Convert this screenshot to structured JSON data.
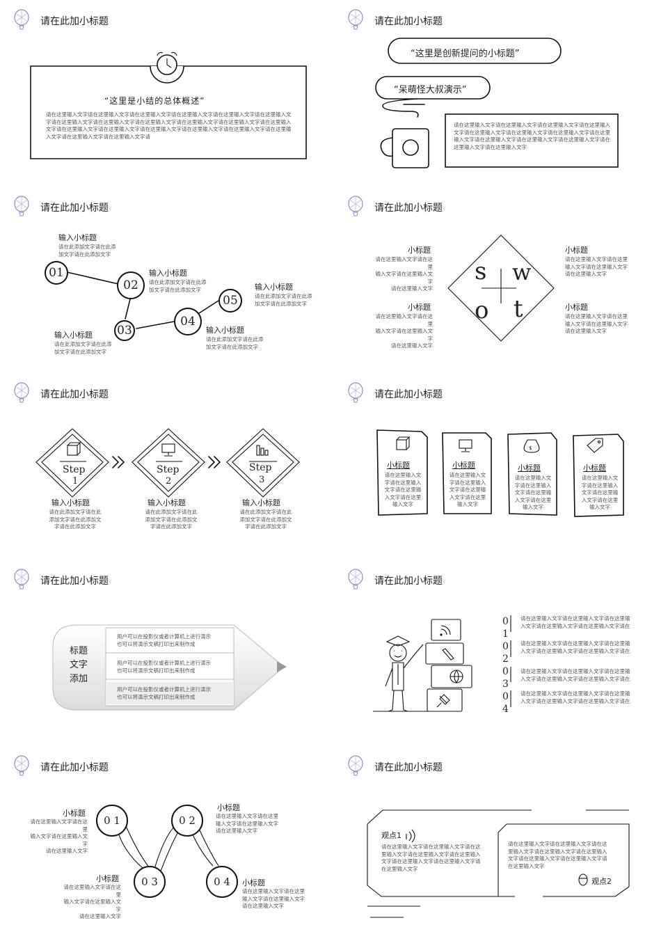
{
  "slides": [
    {
      "header": "请在此加小标题",
      "quote": "“这里是小结的总体概述”",
      "body": "请在这里输入文字请在这里输入文字请在这里输入文字请在这里输入文字请在这里输入文字请在这里输入文字请在这里输入文字请在这里输入文字请在这里输入文字请在这里输入文字请在这里输入文字请在这里输入文字请在这里输入文字请在这里输入文字请在这里输入文字请在这里输入文字请在这里输入文字请在这里输入文字请在这里输入文字请在这里输入文字请"
    },
    {
      "header": "请在此加小标题",
      "bubble1": "“这里是创新提问的小标题”",
      "bubble2": "“呆萌怪大叔演示”",
      "body": "请在这里输入文字请在这里输入文字请在这里输入文字请在这里输入文字请在这里输入文字请在这里输入文字请在这里输入文字请在这里输入文字请在这里输入文字请在这里输入文字请在这里输入文字请在这里输入文字请在这里输入文字"
    },
    {
      "header": "请在此加小标题",
      "nodes": [
        {
          "num": "01",
          "title": "输入小标题",
          "text": "请在此添加文字请在此添\n加文字请在此添加文字"
        },
        {
          "num": "02",
          "title": "输入小标题",
          "text": "请在此添加文字请在此添\n加文字请在此添加文字"
        },
        {
          "num": "03",
          "title": "输入小标题",
          "text": "请在此添加文字请在此添\n加文字请在此添加文字"
        },
        {
          "num": "04",
          "title": "输入小标题",
          "text": "请在此添加文字请在此添\n加文字请在此添加文字"
        },
        {
          "num": "05",
          "title": "输入小标题",
          "text": "请在此添加文字请在此添\n加文字请在此添加文字"
        }
      ]
    },
    {
      "header": "请在此加小标题",
      "letters": [
        "s",
        "w",
        "o",
        "t"
      ],
      "items": [
        {
          "title": "小标题",
          "text": "请在这里输入文字请在这里\n输入文字请在这里输入文字\n请在这里输入文字"
        },
        {
          "title": "小标题",
          "text": "请在这里输入文字请在这里\n输入文字请在这里输入文字\n请在这里输入文字"
        },
        {
          "title": "小标题",
          "text": "请在这里输入文字请在这里\n输入文字请在这里输入文字\n请在这里输入文字"
        },
        {
          "title": "小标题",
          "text": "请在这里输入文字请在这里\n输入文字请在这里输入文字\n请在这里输入文字"
        }
      ]
    },
    {
      "header": "请在此加小标题",
      "steps": [
        {
          "label": "Step",
          "num": "1",
          "title": "输入小标题",
          "text": "请在此添加文字请在此\n添加文字请在此添加文\n字请在此添加文字"
        },
        {
          "label": "Step",
          "num": "2",
          "title": "输入小标题",
          "text": "请在此添加文字请在此\n添加文字请在此添加文\n字请在此添加文字"
        },
        {
          "label": "Step",
          "num": "3",
          "title": "输入小标题",
          "text": "请在此添加文字请在此\n添加文字请在此添加文\n字请在此添加文字"
        }
      ]
    },
    {
      "header": "请在此加小标题",
      "cards": [
        {
          "title": "小标题",
          "icon": "cube-icon",
          "text": "请在这里输入文\n字请在这里输入\n文字请在这里输\n入文字请在这里\n输入文字"
        },
        {
          "title": "小标题",
          "icon": "monitor-icon",
          "text": "请在这里输入文\n字请在这里输入\n文字请在这里输\n入文字请在这里\n输入文字"
        },
        {
          "title": "小标题",
          "icon": "money-bag-icon",
          "text": "请在这里输入文\n字请在这里输入\n文字请在这里输\n入文字请在这里\n输入文字"
        },
        {
          "title": "小标题",
          "icon": "tag-icon",
          "text": "请在这里输入文\n字请在这里输入\n文字请在这里输\n入文字请在这里\n输入文字"
        }
      ]
    },
    {
      "header": "请在此加小标题",
      "label": "标题\n文字\n添加",
      "rows": [
        "用户可以在投影仪或者计算机上进行演示\n也可以将演示文稿打印出来制作成",
        "用户可以在投影仪或者计算机上进行演示\n也可以将演示文稿打印出来制作成",
        "用户可以在投影仪或者计算机上进行演示\n也可以将演示文稿打印出来制作成"
      ]
    },
    {
      "header": "请在此加小标题",
      "icons": [
        "rss-icon",
        "pencil-icon",
        "globe-icon",
        "pin-icon"
      ],
      "items": [
        {
          "num": "0\n1",
          "text": "请在这里输入文字请在这里输入文字请在这里输\n入文字请在这里输入文字请在这里输入文字请在"
        },
        {
          "num": "0\n2",
          "text": "请在这里输入文字请在这里输入文字请在这里输\n入文字请在这里输入文字请在这里输入文字请在"
        },
        {
          "num": "0\n3",
          "text": "请在这里输入文字请在这里输入文字请在这里输\n入文字请在这里输入文字请在这里输入文字请在"
        },
        {
          "num": "0\n4",
          "text": "请在这里输入文字请在这里输入文字请在这里输\n入文字请在这里输入文字请在这里输入文字请在"
        }
      ]
    },
    {
      "header": "请在此加小标题",
      "nodes": [
        {
          "num": "0 1",
          "title": "小标题",
          "text": "请在这里输入文字请在这里\n输入文字请在这里输入文字\n请在这里输入文字"
        },
        {
          "num": "0 2",
          "title": "小标题",
          "text": "请在这里输入文字请在这里\n输入文字请在这里输入文字\n请在这里输入文字"
        },
        {
          "num": "0 3",
          "title": "小标题",
          "text": "请在这里输入文字请在这里\n输入文字请在这里输入文字\n请在这里输入文字"
        },
        {
          "num": "0 4",
          "title": "小标题",
          "text": "请在这里输入文字请在这里\n输入文字请在这里输入文字\n请在这里输入文字"
        }
      ]
    },
    {
      "header": "请在此加小标题",
      "point1": {
        "title": "观点1",
        "text": "请在这里输入文字请在这里输入文字请在这\n里输入文字请在这里输入文字请在这里输入\n文字请在这里输入文字请在这里输入文字请\n在这里输入文字"
      },
      "point2": {
        "title": "观点2",
        "text": "请在这里输入文字请在这里输入文字请在这\n里输入文字请在这里输入文字请在这里输入\n文字请在这里输入文字请在这里输入文字请\n在这里输入文字"
      }
    }
  ]
}
